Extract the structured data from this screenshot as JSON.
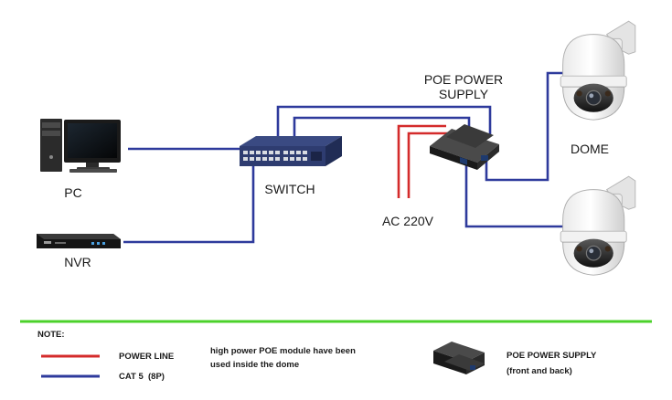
{
  "colors": {
    "cat5": "#2e3a9c",
    "power": "#d42b2b",
    "divider": "#4bd12a"
  },
  "devices": {
    "pc": {
      "label": "PC",
      "icon": "desktop-computer-icon"
    },
    "nvr": {
      "label": "NVR",
      "icon": "nvr-recorder-icon"
    },
    "switch": {
      "label": "SWITCH",
      "icon": "network-switch-icon"
    },
    "poe": {
      "label_line1": "POE POWER",
      "label_line2": "SUPPLY",
      "icon": "poe-injector-icon"
    },
    "ac": {
      "label": "AC 220V"
    },
    "dome": {
      "label": "DOME",
      "icon": "dome-camera-icon"
    }
  },
  "legend": {
    "title": "NOTE:",
    "power_line": "POWER LINE",
    "cat5": "CAT 5  (8P)",
    "remark": "high power POE module have been used inside the dome",
    "poe_title": "POE POWER SUPPLY",
    "poe_sub": "(front and back)"
  }
}
